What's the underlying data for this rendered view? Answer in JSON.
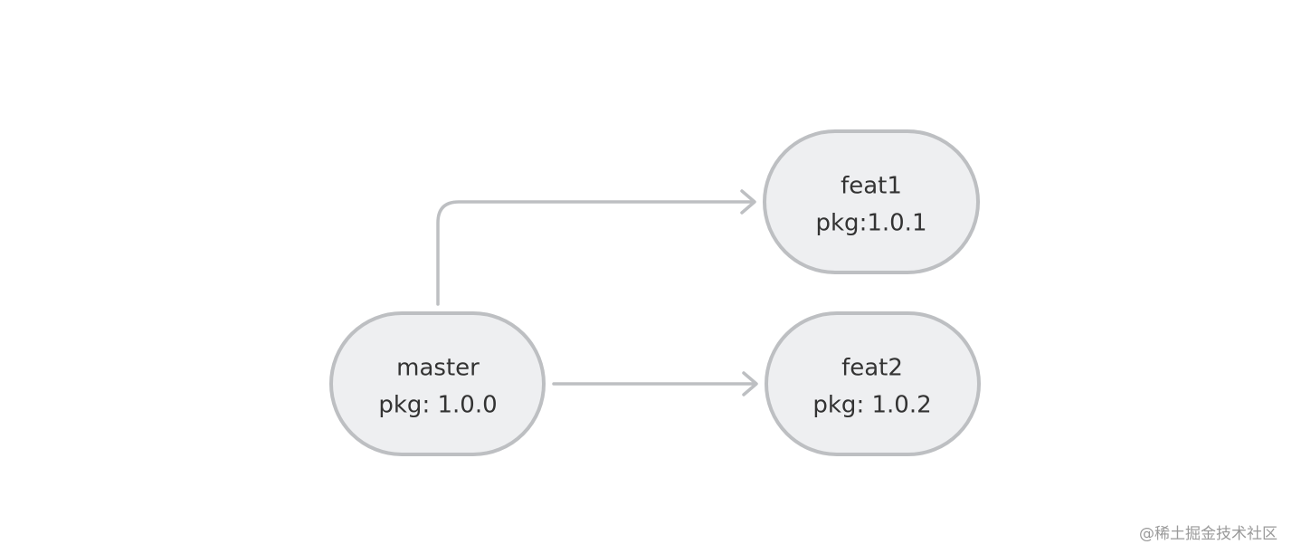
{
  "nodes": [
    {
      "id": "master",
      "line1": "master",
      "line2": "pkg: 1.0.0"
    },
    {
      "id": "feat1",
      "line1": "feat1",
      "line2": "pkg:1.0.1"
    },
    {
      "id": "feat2",
      "line1": "feat2",
      "line2": "pkg: 1.0.2"
    }
  ],
  "edges": [
    {
      "from": "master",
      "to": "feat1"
    },
    {
      "from": "master",
      "to": "feat2"
    }
  ],
  "watermark": "@稀土掘金技术社区",
  "colors": {
    "node_fill": "#eeeff1",
    "node_stroke": "#bdbfc2",
    "edge": "#bdbfc2",
    "text": "#333333",
    "watermark": "#9a9a9a"
  }
}
